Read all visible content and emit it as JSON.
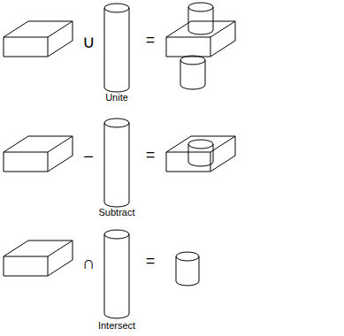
{
  "diagram": {
    "labels": [
      "∪",
      "=",
      "Unite",
      "−",
      "=",
      "Subtract",
      "∩",
      "=",
      "Intersect"
    ]
  }
}
